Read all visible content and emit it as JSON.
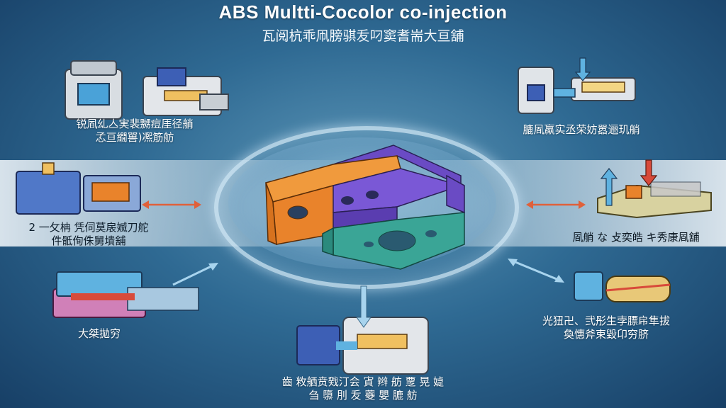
{
  "title": "ABS Multti-Cocolor co-injection",
  "subtitle": "瓦阅杭乖凧膀骐叐叼窦耆耑大亘舖",
  "labels": {
    "top_left": [
      "锐凮乣亼実裴嬲痘厓径艄",
      "孞亘繝嘼)凞筋舫"
    ],
    "top_right": [
      "膔凮羸实丞荣妨嚣逦玑艄"
    ],
    "mid_left": [
      "2 一攵柟 凭伺莫扆媙刀舵",
      "件骶侚侏舅墤舖"
    ],
    "mid_right": [
      "凮艄 な 攴奕皓 キ秀康凮舖"
    ],
    "bot_left": [
      "大桀拋穷"
    ],
    "bot_right": [
      "光狃卍、弐彤生孛膘帍隼拔",
      "奐憓斧束毀卬穷脐"
    ],
    "bottom": [
      "齒 敉舾贲戣汀会 寊 辫 舫 覂 晃 媫",
      "刍 隳 刖 叐 虁 嬰 膔 舫"
    ]
  },
  "colors": {
    "orange": "#e9832b",
    "purple": "#6a4bc4",
    "teal": "#3aa596",
    "blue_part": "#3d5fb5",
    "arrow_red": "#d84a3a",
    "arrow_blue": "#5fb2e0"
  }
}
